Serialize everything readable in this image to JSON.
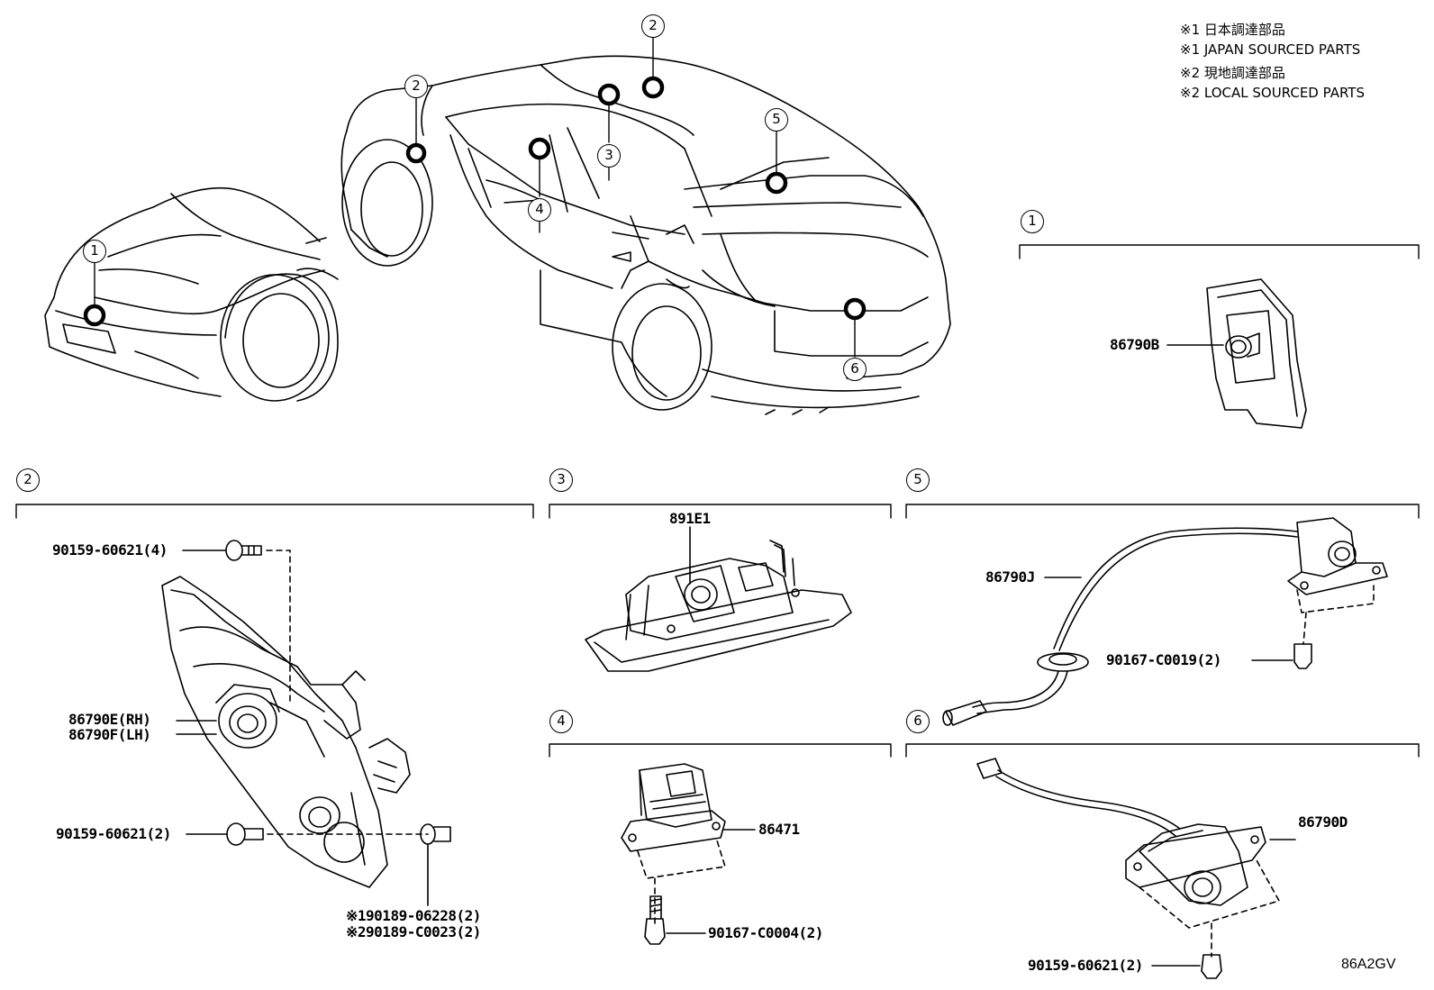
{
  "legend": [
    "※1 日本調達部品",
    "※1 JAPAN SOURCED PARTS",
    "※2 現地調達部品",
    "※2 LOCAL SOURCED PARTS"
  ],
  "callouts": [
    "1",
    "2",
    "3",
    "4",
    "5",
    "6"
  ],
  "sections": {
    "s1": {
      "number": "1",
      "parts": [
        "86790B"
      ]
    },
    "s2": {
      "number": "2",
      "parts": [
        "90159-60621(4)",
        "86790E(RH)",
        "86790F(LH)",
        "90159-60621(2)",
        "※190189-06228(2)",
        "※290189-C0023(2)"
      ]
    },
    "s3": {
      "number": "3",
      "parts": [
        "891E1"
      ]
    },
    "s4": {
      "number": "4",
      "parts": [
        "86471",
        "90167-C0004(2)"
      ]
    },
    "s5": {
      "number": "5",
      "parts": [
        "86790J",
        "90167-C0019(2)"
      ]
    },
    "s6": {
      "number": "6",
      "parts": [
        "86790D",
        "90159-60621(2)"
      ]
    }
  },
  "reference_code": "86A2GV"
}
